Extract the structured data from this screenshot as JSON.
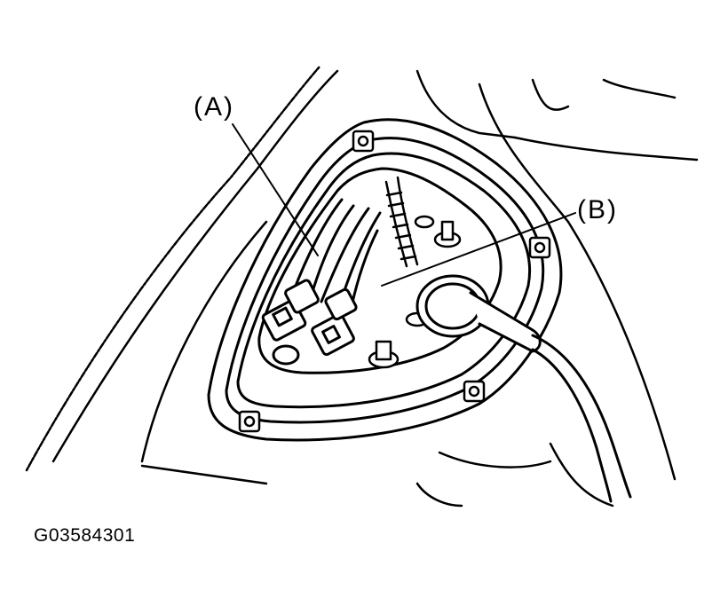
{
  "labels": {
    "a": "(A)",
    "b": "(B)"
  },
  "figure_id": "G03584301"
}
